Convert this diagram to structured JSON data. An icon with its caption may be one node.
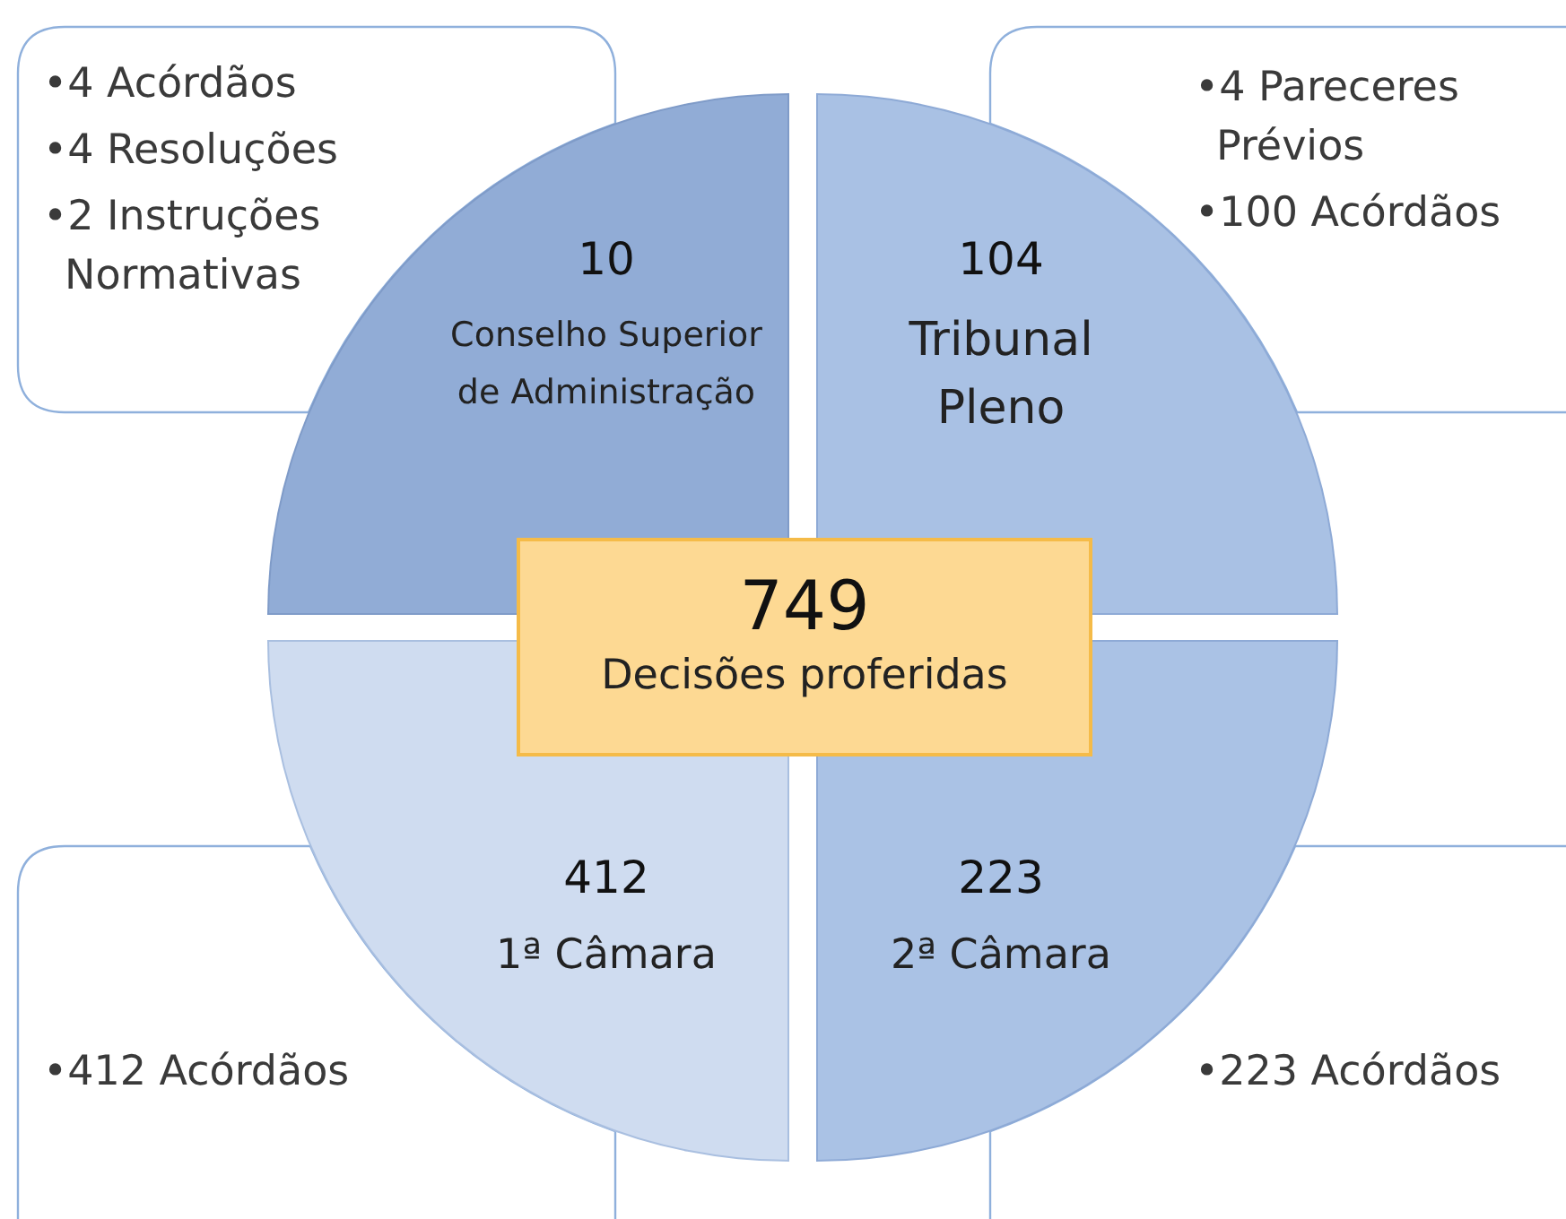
{
  "diagram": {
    "nodes": [
      {
        "text": [
          "•4 Acórdãos",
          "•4 Resoluções",
          "•2 Instruções Normativas"
        ]
      },
      {
        "text": [
          "•4 Pareceres Prévios",
          "•100 Acórdãos"
        ]
      },
      {
        "text": [
          "10",
          "Conselho Superior de Administração"
        ]
      },
      {
        "text": [
          "104",
          "Tribunal Pleno"
        ]
      },
      {
        "text": [
          "749",
          "Decisões proferidas"
        ]
      },
      {
        "text": [
          "412",
          "1ª Câmara"
        ]
      },
      {
        "text": [
          "223",
          "2ª Câmara"
        ]
      },
      {
        "text": [
          "•412 Acórdãos"
        ]
      },
      {
        "text": [
          "•223 Acórdãos"
        ]
      }
    ]
  }
}
